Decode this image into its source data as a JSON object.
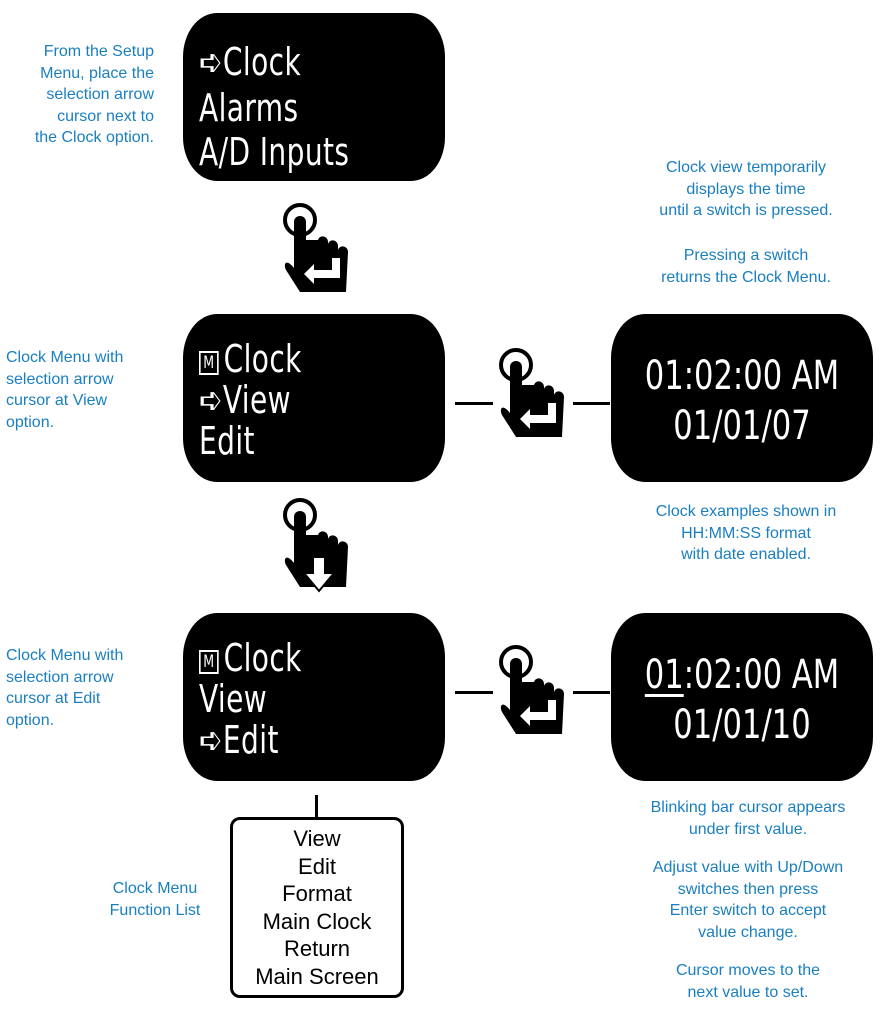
{
  "notes": {
    "setup_menu": [
      "From the Setup",
      "Menu, place the",
      "selection arrow",
      "cursor next to",
      "the Clock option."
    ],
    "clock_view": [
      "Clock view temporarily",
      "displays the time",
      "until a switch is pressed."
    ],
    "pressing": [
      "Pressing a switch",
      "returns the Clock Menu."
    ],
    "view_option": [
      "Clock Menu with",
      "selection arrow",
      "cursor at View",
      "option."
    ],
    "examples": [
      "Clock examples shown in",
      "HH:MM:SS format",
      "with date enabled."
    ],
    "edit_option": [
      "Clock Menu with",
      "selection arrow",
      "cursor at Edit",
      "option."
    ],
    "func_list_label": [
      "Clock Menu",
      "Function List"
    ],
    "blinking": [
      "Blinking bar cursor appears",
      "under first value."
    ],
    "adjust": [
      "Adjust value with Up/Down",
      "switches then press",
      "Enter switch to accept",
      "value change."
    ],
    "cursor_moves": [
      "Cursor moves to the",
      "next value to set."
    ]
  },
  "screens": {
    "setup": {
      "arrow": "➪",
      "line1": "Clock",
      "line2": "Alarms",
      "line3": "A/D Inputs"
    },
    "view_menu": {
      "menu_icon": "M",
      "line1": "Clock",
      "arrow": "➪",
      "line2": "View",
      "line3": "Edit"
    },
    "edit_menu": {
      "menu_icon": "M",
      "line1": "Clock",
      "line2": "View",
      "arrow": "➪",
      "line3": "Edit"
    },
    "time_view": {
      "time": "01:02:00 AM",
      "date": "01/01/07"
    },
    "time_edit": {
      "time_first": "01",
      "time_rest": ":02:00 AM",
      "date": "01/01/10"
    }
  },
  "function_list": [
    "View",
    "Edit",
    "Format",
    "Main Clock",
    "Return",
    "Main Screen"
  ],
  "colors": {
    "note_text": "#1a7fc1",
    "screen_bg": "#000000",
    "screen_text": "#ffffff"
  },
  "icons": {
    "enter_hand": "hand-press-enter-icon",
    "down_hand": "hand-press-down-icon"
  }
}
